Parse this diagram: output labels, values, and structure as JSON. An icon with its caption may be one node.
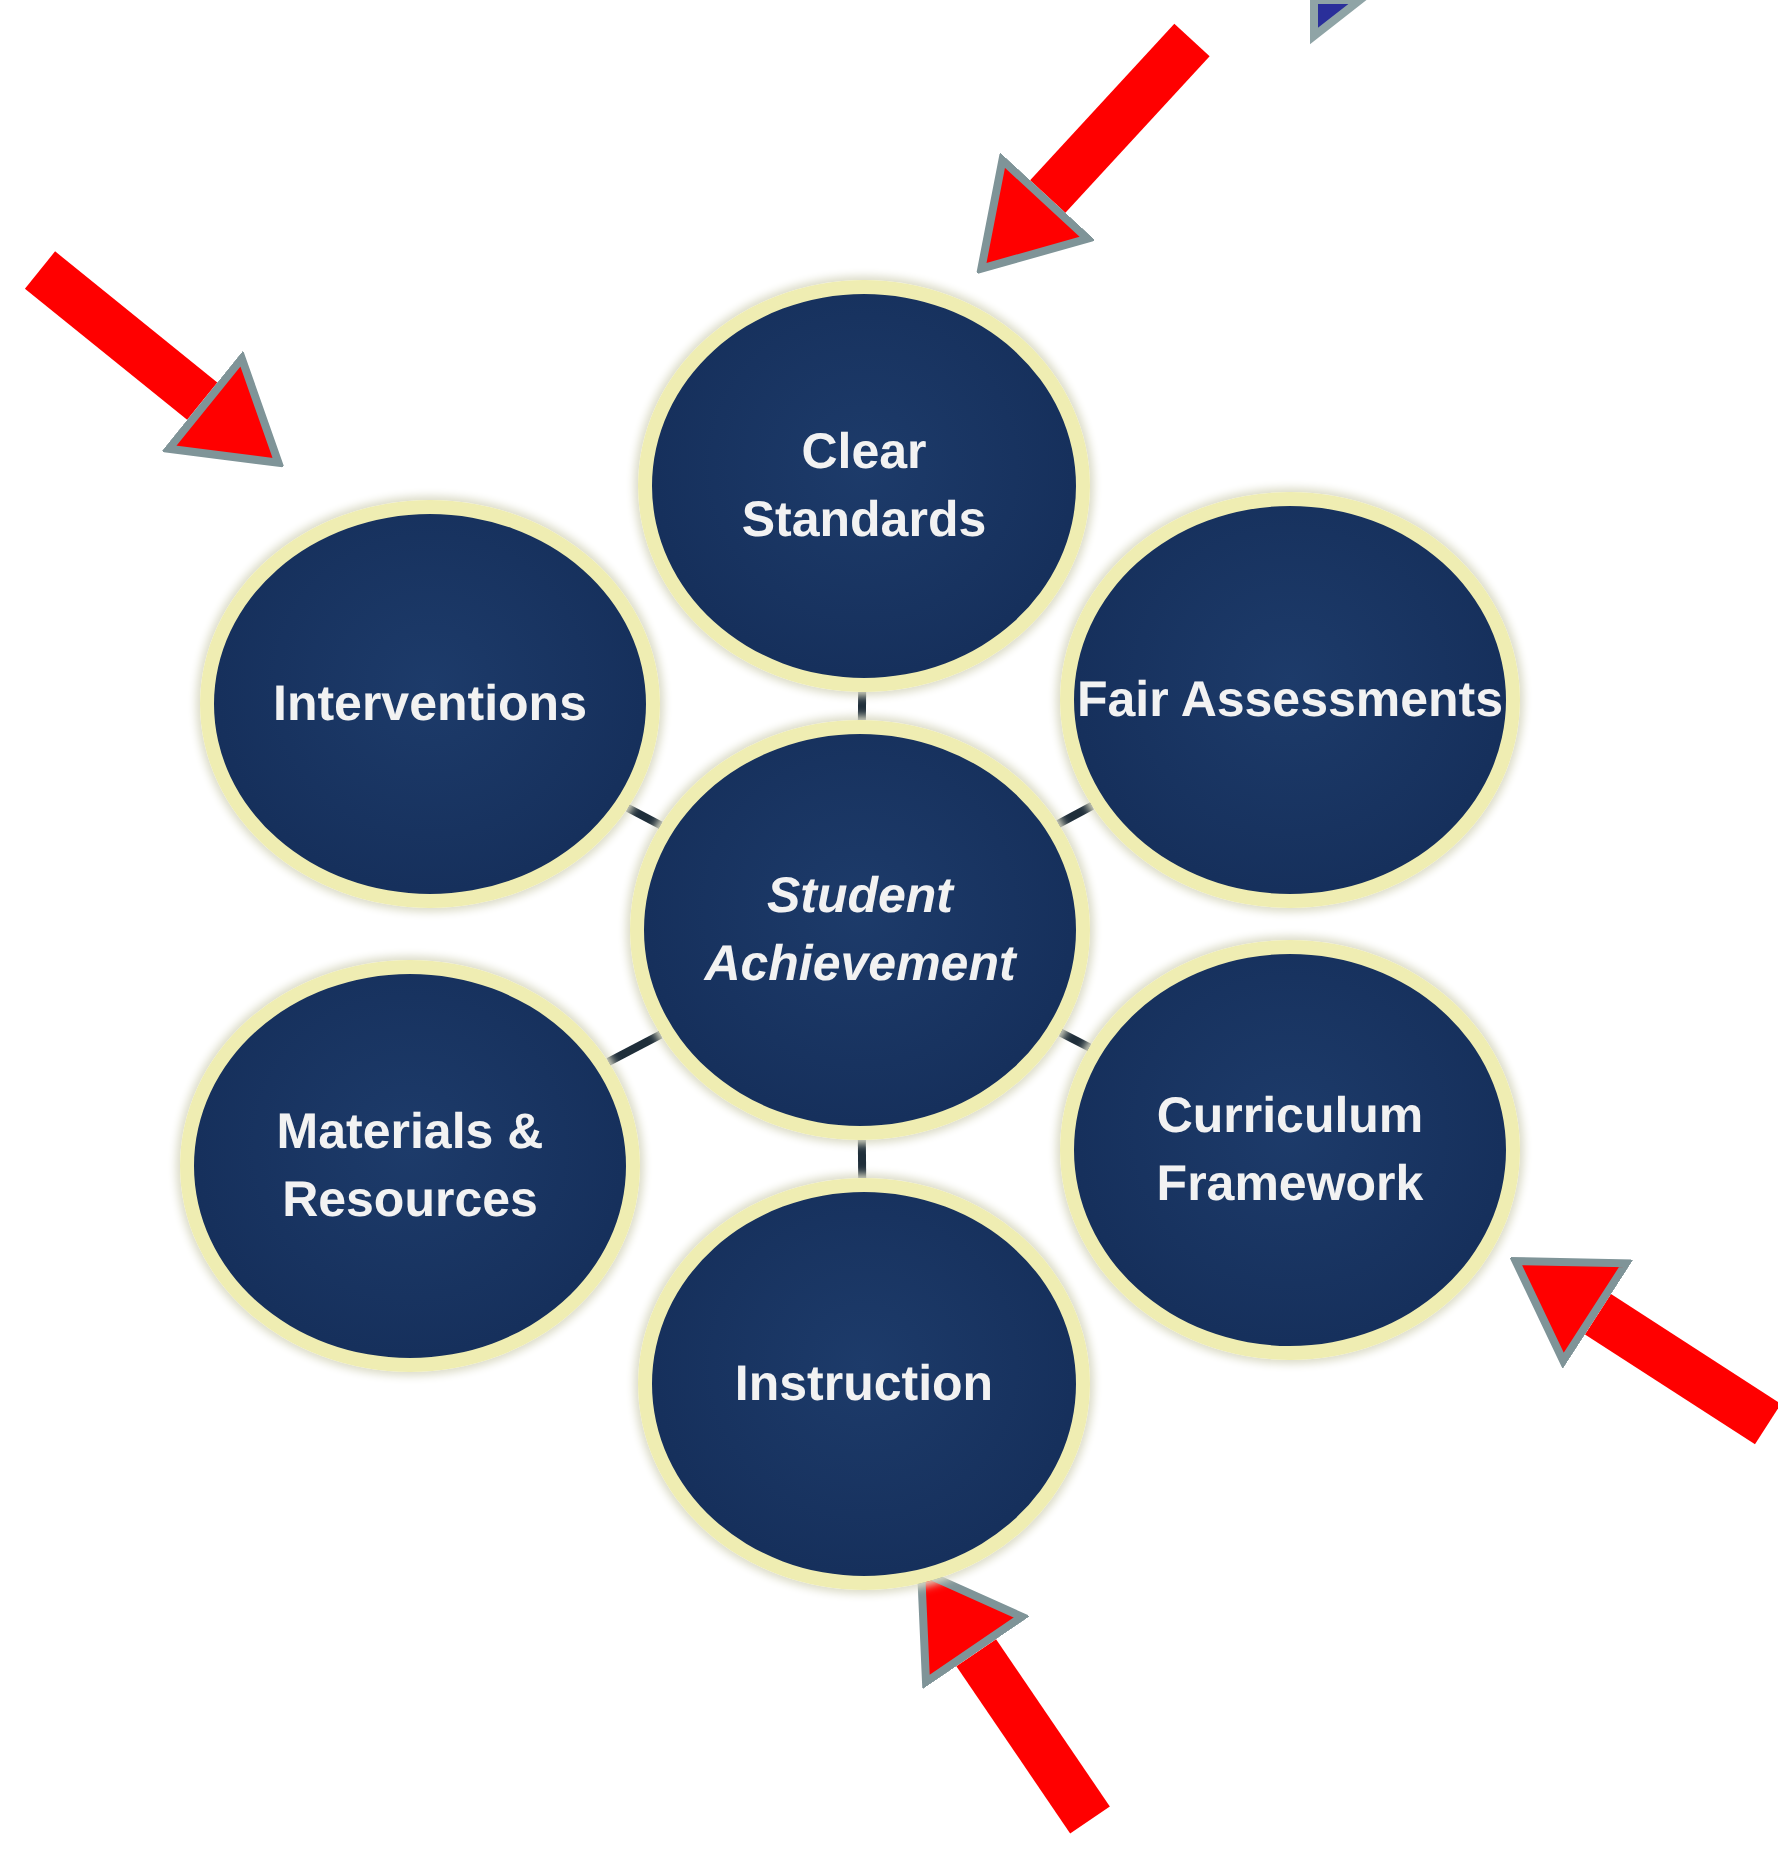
{
  "diagram": {
    "nodes": [
      {
        "text": [
          "Clear Standards"
        ]
      },
      {
        "text": [
          "Interventions"
        ]
      },
      {
        "text": [
          "Fair Assessments"
        ]
      },
      {
        "text": [
          "Student Achievement"
        ]
      },
      {
        "text": [
          "Materials & Resources"
        ]
      },
      {
        "text": [
          "Curriculum Framework"
        ]
      },
      {
        "text": [
          "Instruction"
        ]
      }
    ],
    "edges": [
      {
        "from": 3,
        "to": 0,
        "arrow": "none"
      },
      {
        "from": 3,
        "to": 1,
        "arrow": "none"
      },
      {
        "from": 3,
        "to": 2,
        "arrow": "none"
      },
      {
        "from": 3,
        "to": 4,
        "arrow": "none"
      },
      {
        "from": 3,
        "to": 5,
        "arrow": "none"
      },
      {
        "from": 3,
        "to": 6,
        "arrow": "none"
      },
      {
        "from": null,
        "to": 1,
        "arrow": "to",
        "style": "thick",
        "color": "#ff0000"
      },
      {
        "from": null,
        "to": 0,
        "arrow": "to",
        "style": "thick",
        "color": "#ff0000"
      },
      {
        "from": null,
        "to": 5,
        "arrow": "to",
        "style": "thick",
        "color": "#ff0000"
      },
      {
        "from": null,
        "to": 6,
        "arrow": "to",
        "style": "thick",
        "color": "#ff0000"
      }
    ]
  }
}
